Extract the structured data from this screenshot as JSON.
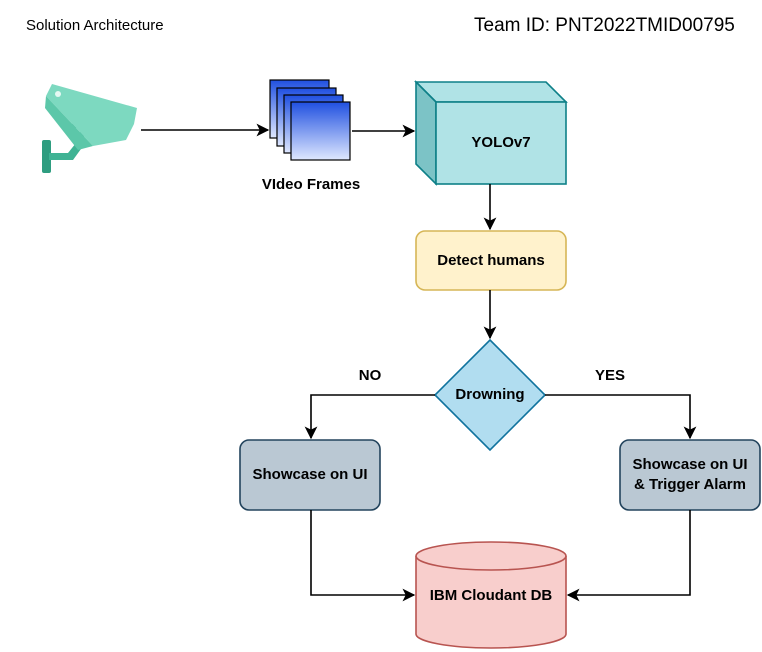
{
  "header": {
    "title": "Solution Architecture",
    "team_id": "Team ID: PNT2022TMID00795"
  },
  "nodes": {
    "video_frames": "VIdeo Frames",
    "yolo": "YOLOv7",
    "detect": "Detect humans",
    "drowning": "Drowning",
    "showcase_ui": "Showcase on UI",
    "showcase_alarm": "Showcase on UI\n& Trigger Alarm",
    "db": "IBM Cloudant DB"
  },
  "edges": {
    "no_label": "NO",
    "yes_label": "YES"
  },
  "icons": {
    "camera": "cctv-camera-icon",
    "frames": "stacked-frames-icon"
  },
  "colors": {
    "yolo_fill": "#b0e3e6",
    "yolo_stroke": "#0e8088",
    "detect_fill": "#fff2cc",
    "detect_stroke": "#d6b656",
    "diamond_fill": "#b1ddf0",
    "diamond_stroke": "#10739e",
    "ui_fill": "#bac8d3",
    "ui_stroke": "#23445d",
    "db_fill": "#f8cecc",
    "db_stroke": "#b85450",
    "camera_main": "#7dd9c0",
    "camera_dark": "#2e9d80"
  }
}
